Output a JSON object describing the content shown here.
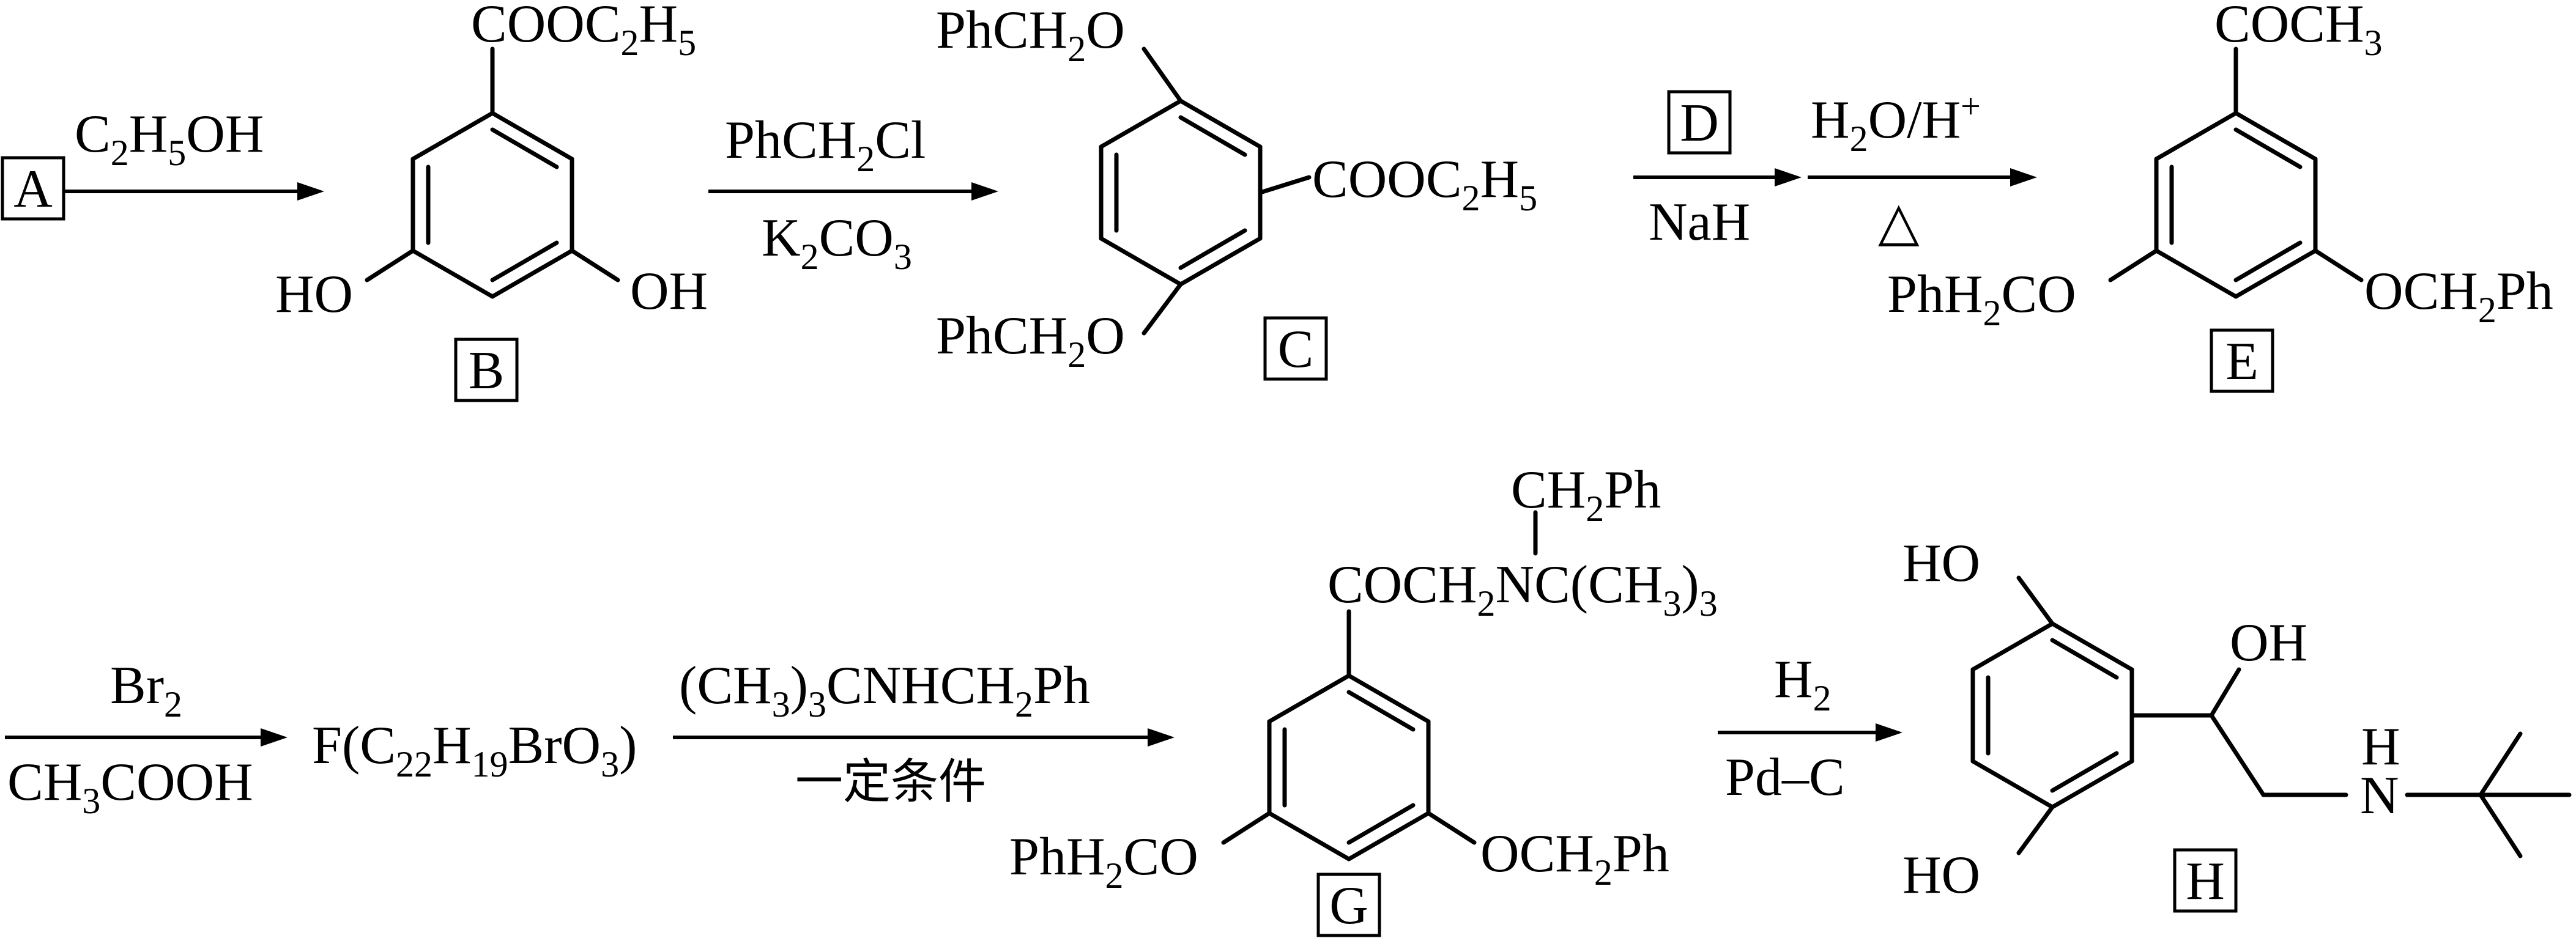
{
  "compounds": {
    "A": {
      "label": "A"
    },
    "B": {
      "label": "B",
      "substituents": {
        "top": "COOC2H5",
        "left": "HO",
        "right": "OH"
      }
    },
    "C": {
      "label": "C",
      "substituents": {
        "upper": "PhCH2O",
        "lower": "PhCH2O",
        "right": "COOC2H5"
      }
    },
    "D": {
      "label": "D"
    },
    "E": {
      "label": "E",
      "substituents": {
        "top": "COCH3",
        "left": "PhH2CO",
        "right": "OCH2Ph"
      }
    },
    "F": {
      "formula": "F(C22H19BrO3)"
    },
    "G": {
      "label": "G",
      "substituents": {
        "top": "COCH2NC(CH3)3",
        "top_branch": "CH2Ph",
        "left": "PhH2CO",
        "right": "OCH2Ph"
      }
    },
    "H": {
      "label": "H",
      "substituents": {
        "upper": "HO",
        "lower": "HO",
        "side_oh": "OH",
        "nh_h": "H",
        "nh_n": "N"
      }
    }
  },
  "reagents": {
    "step1_above": "C2H5OH",
    "step2_above": "PhCH2Cl",
    "step2_below": "K2CO3",
    "step3_below": "NaH",
    "step4_above": "H2O/H+",
    "step4_below": "△",
    "step5_above": "Br2",
    "step5_below": "CH3COOH",
    "step6_above": "(CH3)3CNHCH2Ph",
    "step6_below": "一定条件",
    "step7_above": "H2",
    "step7_below": "Pd–C"
  }
}
